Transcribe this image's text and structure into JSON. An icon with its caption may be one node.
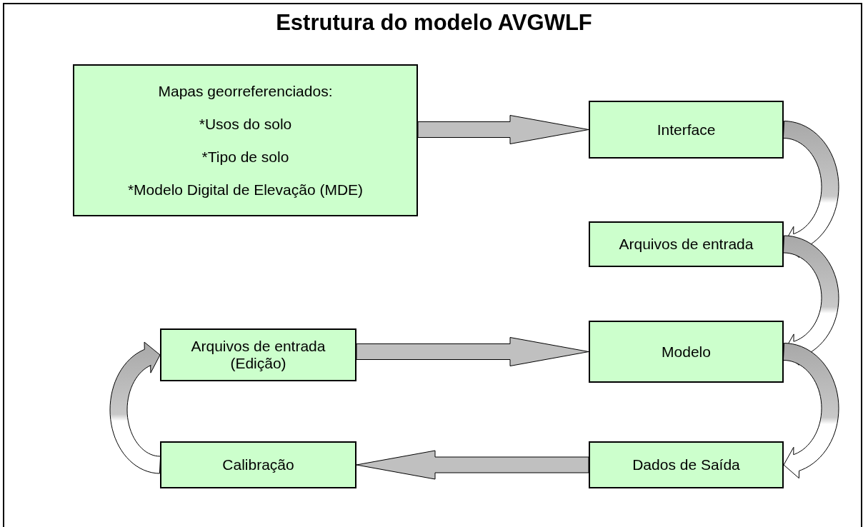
{
  "diagram": {
    "title": "Estrutura do modelo AVGWLF",
    "nodes": [
      {
        "text": [
          "Mapas georreferenciados:",
          "*Usos do solo",
          "*Tipo de solo",
          "*Modelo Digital de Elevação (MDE)"
        ]
      },
      {
        "text": [
          "Interface"
        ]
      },
      {
        "text": [
          "Arquivos de entrada"
        ]
      },
      {
        "text": [
          "Modelo"
        ]
      },
      {
        "text": [
          "Arquivos de entrada (Edição)"
        ]
      },
      {
        "text": [
          "Dados de Saída"
        ]
      },
      {
        "text": [
          "Calibração"
        ]
      }
    ],
    "edges": [
      {
        "from": 0,
        "to": 1,
        "arrow": "to"
      },
      {
        "from": 1,
        "to": 2,
        "arrow": "to"
      },
      {
        "from": 2,
        "to": 3,
        "arrow": "to"
      },
      {
        "from": 4,
        "to": 3,
        "arrow": "to"
      },
      {
        "from": 3,
        "to": 5,
        "arrow": "to"
      },
      {
        "from": 5,
        "to": 6,
        "arrow": "to"
      },
      {
        "from": 6,
        "to": 4,
        "arrow": "to"
      }
    ]
  }
}
